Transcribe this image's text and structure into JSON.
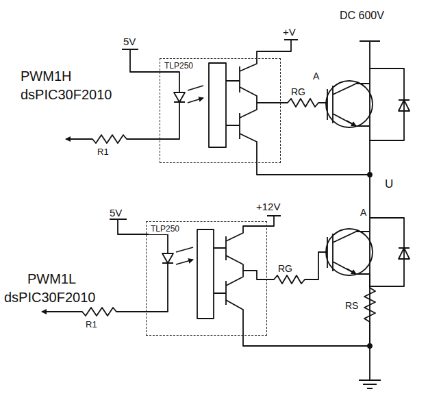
{
  "diagram": {
    "nodes": [
      {
        "text": [
          "TLP250"
        ]
      },
      {
        "text": [
          "TLP250"
        ]
      }
    ],
    "labels": [
      "DC 600V",
      "5V",
      "+V",
      "PWM1H",
      "dsPIC30F2010",
      "R1",
      "RG",
      "A",
      "U",
      "5V",
      "+12V",
      "A",
      "PWM1L",
      "dsPIC30F2010",
      "R1",
      "RG",
      "RS"
    ]
  }
}
